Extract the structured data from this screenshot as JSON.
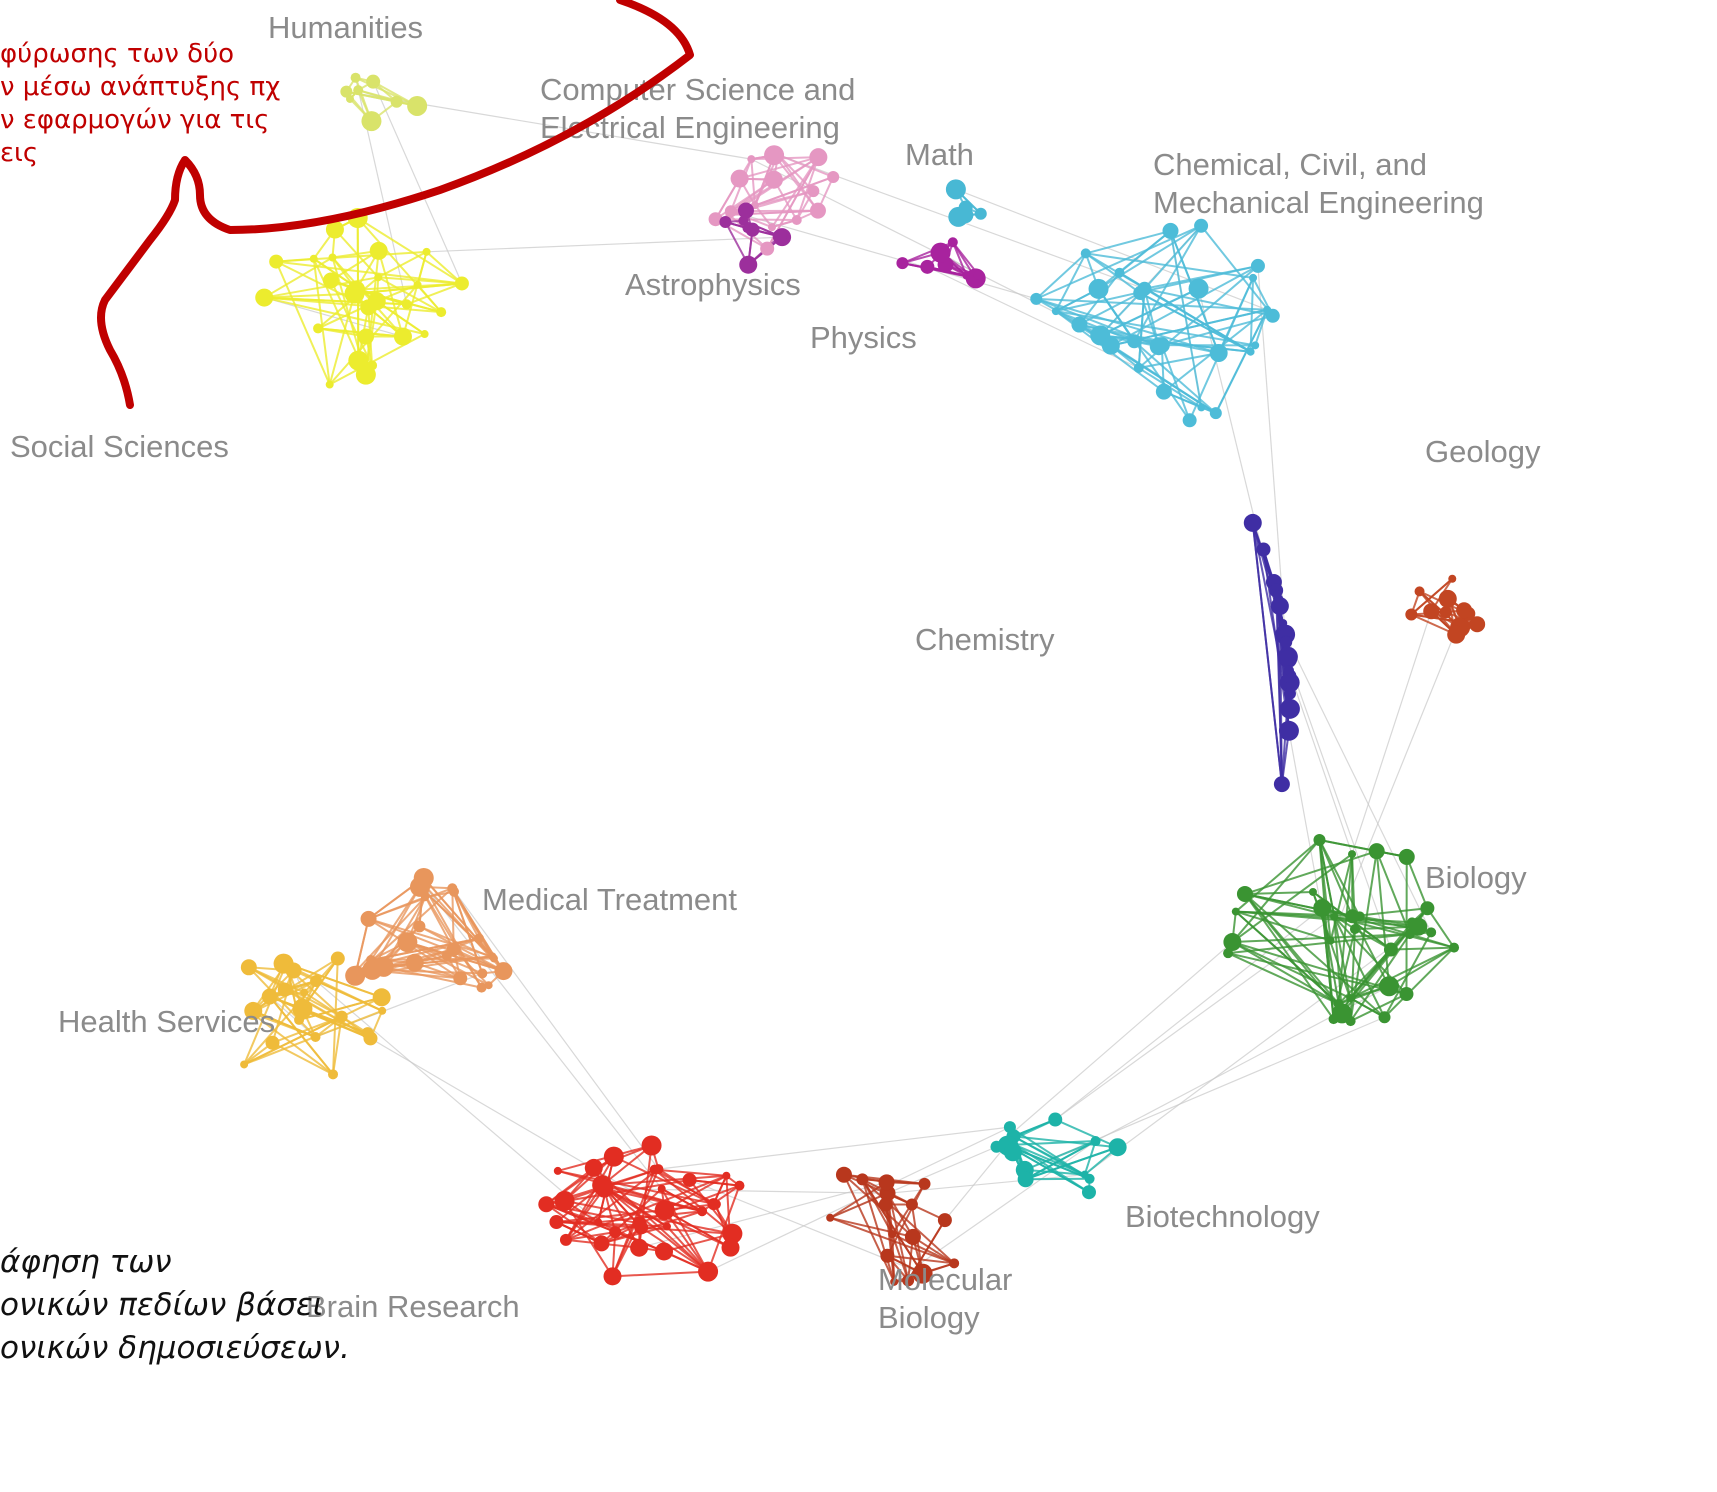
{
  "annotation_text": "φύρωσης των δύο\nν μέσω ανάπτυξης πχ\nν εφαρμογών για τις\nεις",
  "caption_text": "άφηση των\nονικών πεδίων βάσει\nονικών δημοσιεύσεων.",
  "fields": [
    {
      "key": "humanities",
      "label_lines": [
        "Humanities"
      ],
      "color": "#d9e36a"
    },
    {
      "key": "cs",
      "label_lines": [
        "Computer Science and",
        "Electrical Engineering"
      ],
      "color": "#e597c2"
    },
    {
      "key": "math",
      "label_lines": [
        "Math"
      ],
      "color": "#48b8d4"
    },
    {
      "key": "ccme",
      "label_lines": [
        "Chemical, Civil, and",
        "Mechanical Engineering"
      ],
      "color": "#4dbcd8"
    },
    {
      "key": "astro",
      "label_lines": [
        "Astrophysics"
      ],
      "color": "#9c2f9c"
    },
    {
      "key": "physics",
      "label_lines": [
        "Physics"
      ],
      "color": "#a8239e"
    },
    {
      "key": "social",
      "label_lines": [
        "Social Sciences"
      ],
      "color": "#ecec2e"
    },
    {
      "key": "geology",
      "label_lines": [
        "Geology"
      ],
      "color": "#c24522"
    },
    {
      "key": "chemistry",
      "label_lines": [
        "Chemistry"
      ],
      "color": "#3f2ea4"
    },
    {
      "key": "biology",
      "label_lines": [
        "Biology"
      ],
      "color": "#3a9432"
    },
    {
      "key": "medical",
      "label_lines": [
        "Medical Treatment"
      ],
      "color": "#e8965c"
    },
    {
      "key": "health",
      "label_lines": [
        "Health Services"
      ],
      "color": "#efbb3a"
    },
    {
      "key": "biotech",
      "label_lines": [
        "Biotechnology"
      ],
      "color": "#1db3a8"
    },
    {
      "key": "brain",
      "label_lines": [
        "Brain Research"
      ],
      "color": "#e22d22"
    },
    {
      "key": "molbio",
      "label_lines": [
        "Molecular",
        "Biology"
      ],
      "color": "#b8371d"
    }
  ],
  "colors": {
    "bracket": "#c00000",
    "edge_gray": "#c8c8c8",
    "label_gray": "#8b8b8b"
  }
}
